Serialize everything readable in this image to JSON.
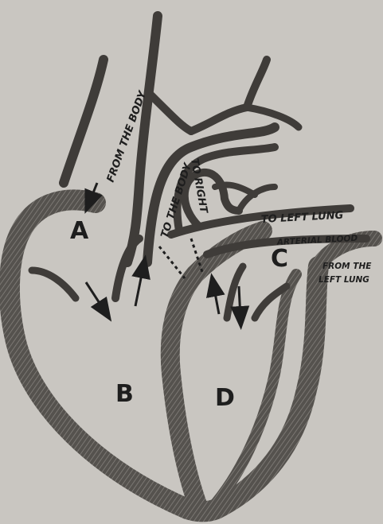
{
  "labels": {
    "chamber_a": "A",
    "chamber_b": "B",
    "chamber_c": "C",
    "chamber_d": "D",
    "from_the_body": "FROM THE BODY",
    "to_the_body": "TO THE BODY",
    "to_right": "TO RIGHT",
    "to_left_lung": "TO LEFT LUNG",
    "arterial_blood": "ARTERIAL BLOOD",
    "from_the_left_lung_line1": "FROM THE",
    "from_the_left_lung_line2": "LEFT LUNG"
  },
  "colors": {
    "background": "#c9c6c1",
    "wall_fill": "#4d4a47",
    "ink": "#1e1e1e"
  }
}
